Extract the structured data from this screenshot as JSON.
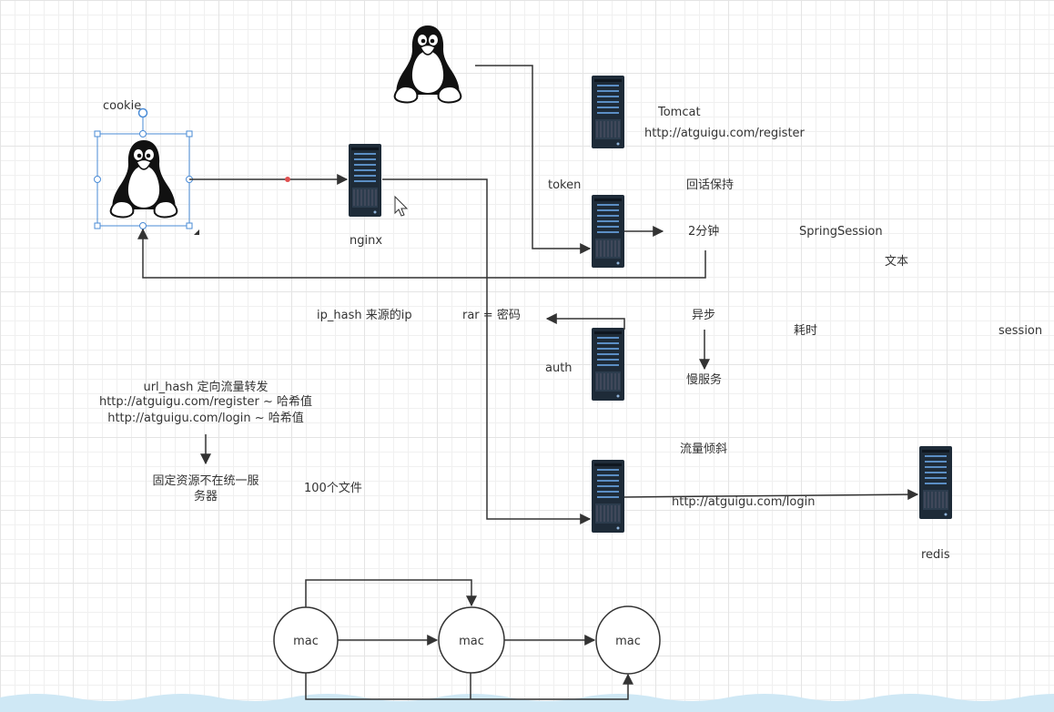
{
  "labels": {
    "cookie": "cookie",
    "nginx": "nginx",
    "tomcat": "Tomcat",
    "register_url": "http://atguigu.com/register",
    "token": "token",
    "session_keep": "回话保持",
    "two_min": "2分钟",
    "spring_session": "SpringSession",
    "text": "文本",
    "ip_hash": "ip_hash  来源的ip",
    "rar": "rar = 密码",
    "async": "异步",
    "time_consuming": "耗时",
    "session": "session",
    "auth": "auth",
    "slow_service": "慢服务",
    "url_hash": "url_hash 定向流量转发",
    "register_hash": "http://atguigu.com/register ~ 哈希值",
    "login_hash": "http://atguigu.com/login ~ 哈希值",
    "fixed_resource_1": "固定资源不在统一服",
    "fixed_resource_2": "务器",
    "hundred_files": "100个文件",
    "traffic_skew": "流量倾斜",
    "login_url": "http://atguigu.com/login",
    "redis": "redis"
  },
  "mac_nodes": [
    "mac",
    "mac",
    "mac"
  ],
  "colors": {
    "line": "#333333",
    "server_body": "#1e2b38",
    "server_stripe": "#5b8ec4",
    "selection": "#4a8bd6",
    "connector_dot": "#e05050",
    "water": "#cfe8f5"
  }
}
